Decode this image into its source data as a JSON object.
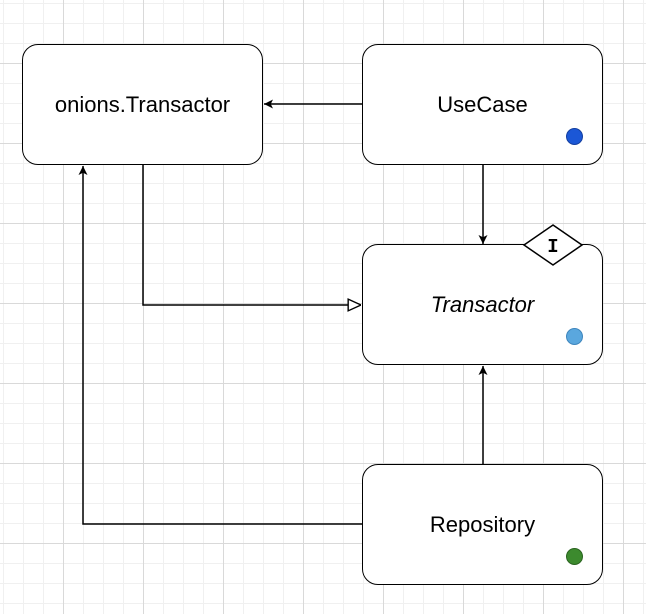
{
  "nodes": {
    "onions_transactor": {
      "label": "onions.Transactor"
    },
    "usecase": {
      "label": "UseCase",
      "dot_color": "#1b57d6",
      "dot_border": "#143fa0"
    },
    "transactor": {
      "label": "Transactor",
      "dot_color": "#5aa7de",
      "dot_border": "#3f86bd",
      "badge": "I"
    },
    "repository": {
      "label": "Repository",
      "dot_color": "#3c8a2e",
      "dot_border": "#2a6420"
    }
  },
  "colors": {
    "grid_major": "#d9d9d9",
    "grid_minor": "#f0f0f0",
    "stroke": "#000000"
  }
}
